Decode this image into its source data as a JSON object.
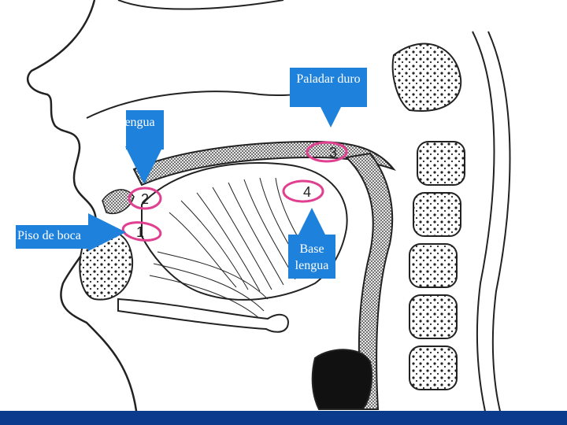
{
  "labels": {
    "paladar_duro": "Paladar duro",
    "lengua": "lengua",
    "piso_de_boca": "Piso de boca",
    "base_lengua": "Base lengua"
  },
  "markers": [
    "1",
    "2",
    "3",
    "4"
  ],
  "colors": {
    "callout": "#1e82dc",
    "marker": "#e0408f",
    "line": "#222222",
    "bottom_bar": "#0b3b8c"
  }
}
